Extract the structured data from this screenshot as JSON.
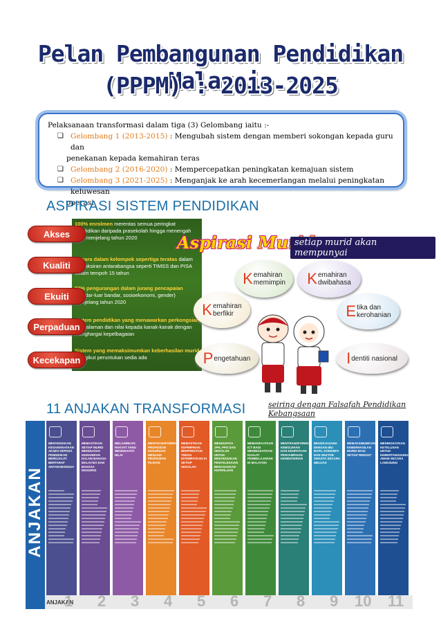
{
  "title": {
    "line1": "Pelan Pembangunan Pendidikan Malaysia",
    "line2": "(PPPM) : 2013-2025"
  },
  "intro": {
    "lead": "Pelaksanaan transformasi dalam  tiga (3) Gelombang iaitu :-",
    "waves": [
      {
        "label": "Gelombang 1 (2013-2015)",
        "text": " : Mengubah sistem dengan memberi sokongan kepada guru  dan",
        "cont": "penekanan kepada kemahiran teras"
      },
      {
        "label": "Gelombang 2 (2016-2020)",
        "text": " : Mempercepatkan peningkatan kemajuan sistem",
        "cont": ""
      },
      {
        "label": "Gelombang 3 (2021-2025)",
        "text": " : Menganjak ke arah kecemerlangan melalui  peningkatan keluwesan",
        "cont": "operasi"
      }
    ],
    "checkbox_glyph": "❑",
    "accent_color": "#e07b1a"
  },
  "aspirasi_sistem": {
    "heading": "ASPIRASI SISTEM PENDIDIKAN",
    "items": [
      {
        "pill": "Akses",
        "highlight": "100% enrolmen",
        "text": " merentas semua peringkat pendidikan daripada prasekolah hingga menengah atas menjelang tahun 2020"
      },
      {
        "pill": "Kualiti",
        "highlight": "Negara dalam kelompok sepertiga teratas",
        "text": " dalam pentaksiran antarabangsa seperti TIMSS dan PISA dalam tempoh 15 tahun"
      },
      {
        "pill": "Ekuiti",
        "highlight": "50% pengurangan dalam jurang pencapaian",
        "text": " (bandar-luar bandar, sosioekonomi, gender) menjelang tahun 2020"
      },
      {
        "pill": "Perpaduan",
        "highlight": "Sistem pendidikan yang menawarkan perkongsian",
        "text": " pengalaman dan nilai kepada kanak-kanak dengan menghargai kepelbagaian"
      },
      {
        "pill": "Kecekapan",
        "highlight": "Sistem yang memaksimumkan keberhasilan murid",
        "text": " mengikut peruntukan sedia ada"
      }
    ]
  },
  "aspirasi_murid": {
    "heading": "Aspirasi Murid :",
    "subheading": "setiap murid akan mempunyai",
    "bubbles": [
      {
        "initial": "K",
        "rest": "emahiran",
        "line2": "memimpin"
      },
      {
        "initial": "K",
        "rest": "emahiran",
        "line2": "dwibahasa"
      },
      {
        "initial": "K",
        "rest": "emahiran",
        "line2": "berfikir"
      },
      {
        "initial": "E",
        "rest": "tika dan",
        "line2": "kerohanian"
      },
      {
        "initial": "P",
        "rest": "engetahuan",
        "line2": ""
      },
      {
        "initial": "I",
        "rest": "dentiti nasional",
        "line2": ""
      }
    ],
    "footer": "seiring dengan Falsafah Pendidikan Kebangsaan"
  },
  "anjakan": {
    "heading": "11 ANJAKAN TRANSFORMASI",
    "side_label": "ANJAKAN",
    "bottom_label": "ANJAKAN",
    "columns": [
      {
        "num": "1",
        "color": "#4b4f8f",
        "title": "Menyediakan kesamarataan akses kepada pendidikan berkualiti bertaraf antarabangsa"
      },
      {
        "num": "2",
        "color": "#6a4c93",
        "title": "Memastikan setiap murid menguasai kemahiran dalam Bahasa Malaysia dan Bahasa Inggeris"
      },
      {
        "num": "3",
        "color": "#8e5aa6",
        "title": "Melahirkan rakyat yang menghayati nilai"
      },
      {
        "num": "4",
        "color": "#e8862a",
        "title": "Mentransformasi profesion keguruan menjadi profesion pilihan"
      },
      {
        "num": "5",
        "color": "#e25a26",
        "title": "Memastikan kepimpinan berprestasi tinggi ditempatkan di setiap sekolah"
      },
      {
        "num": "6",
        "color": "#5a9a3a",
        "title": "Mengupaya JPN, PPD dan sekolah untuk menyediakan penyelesaian berasaskan keperluan"
      },
      {
        "num": "7",
        "color": "#3f8a3a",
        "title": "Memanfaatkan ICT bagi meningkatkan kualiti pembelajaran di Malaysia"
      },
      {
        "num": "8",
        "color": "#2a7f76",
        "title": "Mentransformasi kebolehan dan keupayaan penyampaian kementerian"
      },
      {
        "num": "9",
        "color": "#2b8fb9",
        "title": "Bekerjasama dengan ibu bapa, komuniti dan sektor swasta secara meluas"
      },
      {
        "num": "10",
        "color": "#2d6fb3",
        "title": "Memaksimumkan keberhasilan murid bagi setiap ringgit"
      },
      {
        "num": "11",
        "color": "#1e4f93",
        "title": "Meningkatkan ketelusan untuk kebertanggungjawaban awam secara langsung"
      }
    ]
  }
}
